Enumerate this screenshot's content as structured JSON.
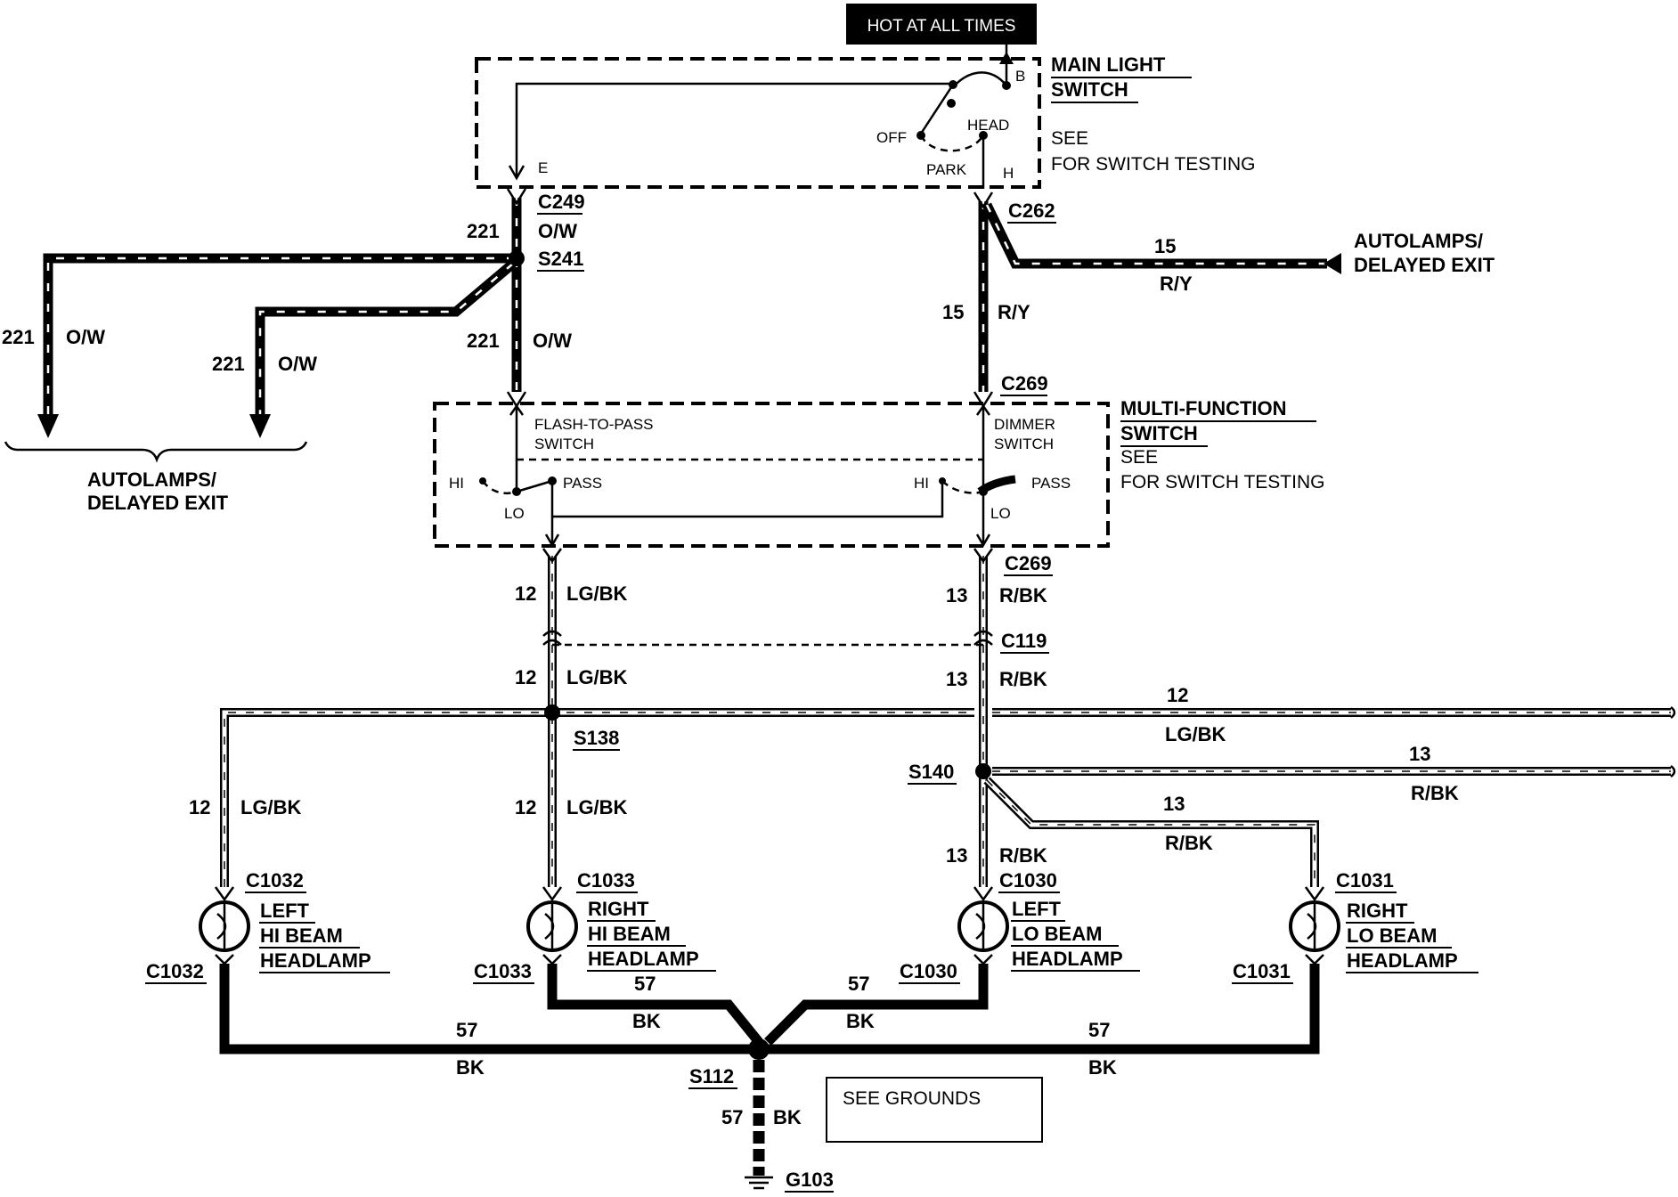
{
  "header": {
    "hot_label": "HOT AT ALL TIMES"
  },
  "main_switch": {
    "title1": "MAIN LIGHT",
    "title2": "SWITCH",
    "see1": "SEE",
    "see2": "FOR SWITCH TESTING",
    "pos_off": "OFF",
    "pos_head": "HEAD",
    "pos_park": "PARK",
    "pin_b": "B",
    "pin_e": "E",
    "pin_h": "H"
  },
  "multi_switch": {
    "title1": "MULTI-FUNCTION",
    "title2": "SWITCH",
    "see1": "SEE",
    "see2": "FOR SWITCH TESTING",
    "ftp1": "FLASH-TO-PASS",
    "ftp2": "SWITCH",
    "dim1": "DIMMER",
    "dim2": "SWITCH",
    "hi_left": "HI",
    "pass_left": "PASS",
    "lo_left": "LO",
    "hi_right": "HI",
    "pass_right": "PASS",
    "lo_right": "LO"
  },
  "connectors": {
    "c249": "C249",
    "c262": "C262",
    "s241": "S241",
    "c269_top": "C269",
    "c269_bottom": "C269",
    "c119": "C119",
    "s138": "S138",
    "s140": "S140",
    "s112": "S112",
    "g103": "G103"
  },
  "wires": {
    "ow_circuit": "221",
    "ow_color": "O/W",
    "ry_circuit": "15",
    "ry_color": "R/Y",
    "lgbk_circuit": "12",
    "lgbk_color": "LG/BK",
    "rbk_circuit": "13",
    "rbk_color": "R/BK",
    "bk_circuit": "57",
    "bk_color": "BK"
  },
  "autolamps_left": {
    "line1": "AUTOLAMPS/",
    "line2": "DELAYED EXIT"
  },
  "autolamps_right": {
    "line1": "AUTOLAMPS/",
    "line2": "DELAYED EXIT"
  },
  "lamps": [
    {
      "conn": "C1032",
      "conn_bottom": "C1032",
      "line1": "LEFT",
      "line2": "HI BEAM",
      "line3": "HEADLAMP"
    },
    {
      "conn": "C1033",
      "conn_bottom": "C1033",
      "line1": "RIGHT",
      "line2": "HI BEAM",
      "line3": "HEADLAMP"
    },
    {
      "conn": "C1030",
      "conn_bottom": "C1030",
      "line1": "LEFT",
      "line2": "LO BEAM",
      "line3": "HEADLAMP"
    },
    {
      "conn": "C1031",
      "conn_bottom": "C1031",
      "line1": "RIGHT",
      "line2": "LO BEAM",
      "line3": "HEADLAMP"
    }
  ],
  "grounds_box": {
    "label": "SEE GROUNDS"
  }
}
